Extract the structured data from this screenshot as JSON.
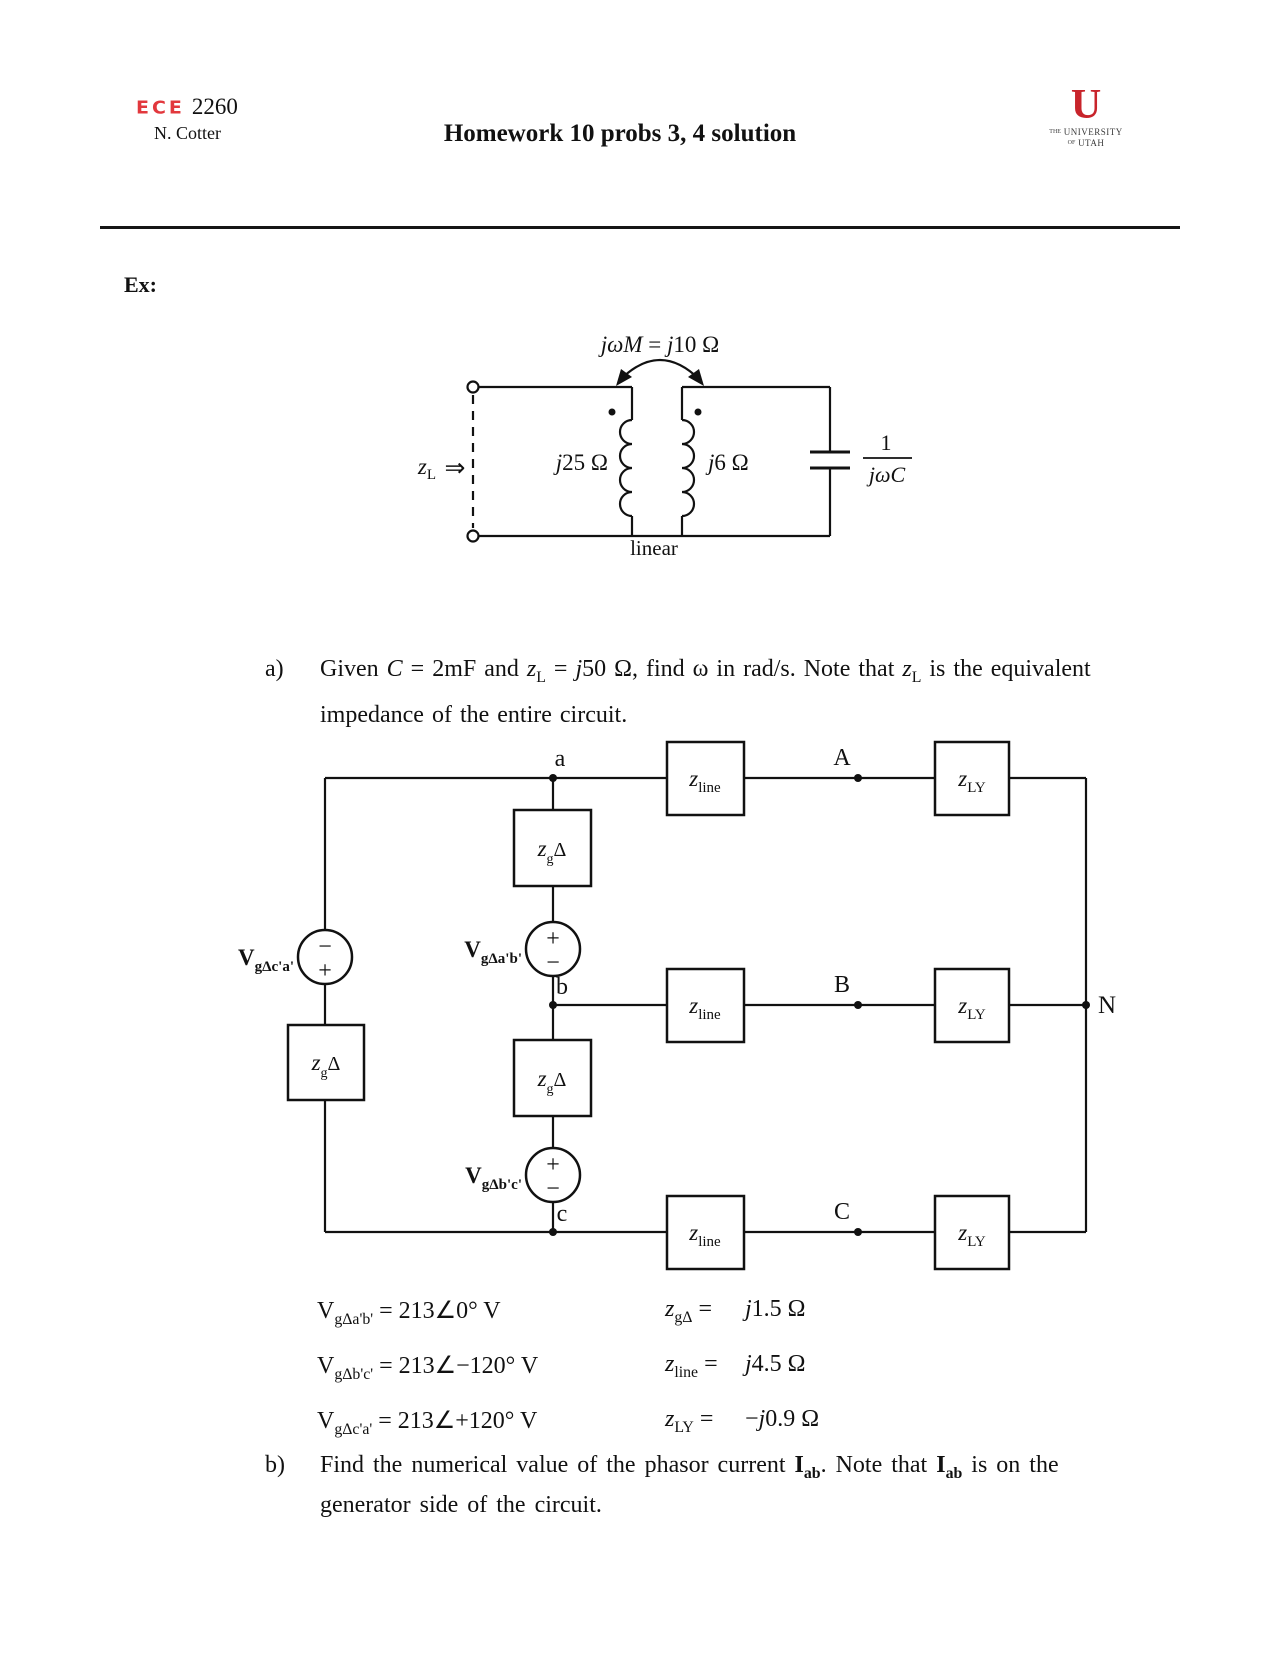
{
  "header": {
    "dept": "ECE",
    "course": "2260",
    "author": "N. Cotter",
    "title": "Homework 10 probs 3, 4 solution",
    "logo": {
      "u": "U",
      "the": "THE",
      "university": "UNIVERSITY",
      "of": "OF",
      "utah": "UTAH"
    }
  },
  "ex_label": "Ex:",
  "fig1": {
    "mutual_prefix": "jωM",
    "mutual_eq": " = ",
    "mutual_j": "j",
    "mutual_value": "10 Ω",
    "zl_symbol": "z",
    "zl_sub": "L",
    "zl_arrow": "⇒",
    "left_coil_j": "j",
    "left_coil_value": "25 Ω",
    "right_coil_j": "j",
    "right_coil_value": "6 Ω",
    "cap_numerator": "1",
    "cap_denominator": "jωC",
    "caption": "linear"
  },
  "part_a": {
    "tag": "a)",
    "seg1": "Given ",
    "sym_C": "C",
    "seg2": " = 2mF and ",
    "sym_z1": "z",
    "sub_z1": "L",
    "seg3": " = ",
    "sym_j": "j",
    "seg4": "50 Ω, find ω in rad/s.   Note that ",
    "sym_z2": "z",
    "sub_z2": "L",
    "seg5": " is the equivalent",
    "line2": "impedance of the entire circuit."
  },
  "fig2": {
    "nodes": {
      "a": "a",
      "b": "b",
      "c": "c",
      "A": "A",
      "B": "B",
      "C": "C",
      "N": "N"
    },
    "zline_z": "z",
    "zline_sub": "line",
    "zly_z": "z",
    "zly_sub": "LY",
    "zgd_z": "z",
    "zgd_sub": "g",
    "zgd_delta": "Δ",
    "src_ab_name": "V",
    "src_ab_sub": "gΔa'b'",
    "src_bc_name": "V",
    "src_bc_sub": "gΔb'c'",
    "src_ca_name": "V",
    "src_ca_sub": "gΔc'a'",
    "plus": "+",
    "minus": "−"
  },
  "equations": {
    "voltages": [
      {
        "name": "V",
        "sub": "gΔa'b'",
        "value": " = 213∠0° V"
      },
      {
        "name": "V",
        "sub": "gΔb'c'",
        "value": " = 213∠−120° V"
      },
      {
        "name": "V",
        "sub": "gΔc'a'",
        "value": " = 213∠+120° V"
      }
    ],
    "impedances": [
      {
        "z": "z",
        "sub": "gΔ",
        "eq": " =",
        "pre": "",
        "j": "j",
        "value": "1.5 Ω"
      },
      {
        "z": "z",
        "sub": "line",
        "eq": " =",
        "pre": "",
        "j": "j",
        "value": "4.5 Ω"
      },
      {
        "z": "z",
        "sub": "LY",
        "eq": " =",
        "pre": "−",
        "j": "j",
        "value": "0.9 Ω"
      }
    ]
  },
  "part_b": {
    "tag": "b)",
    "seg1": "Find the numerical value of the phasor current ",
    "sym_I1": "I",
    "sub_I1": "ab",
    "seg2": ".   Note that ",
    "sym_I2": "I",
    "sub_I2": "ab",
    "seg3": " is on the",
    "line2": "generator side of the circuit."
  }
}
